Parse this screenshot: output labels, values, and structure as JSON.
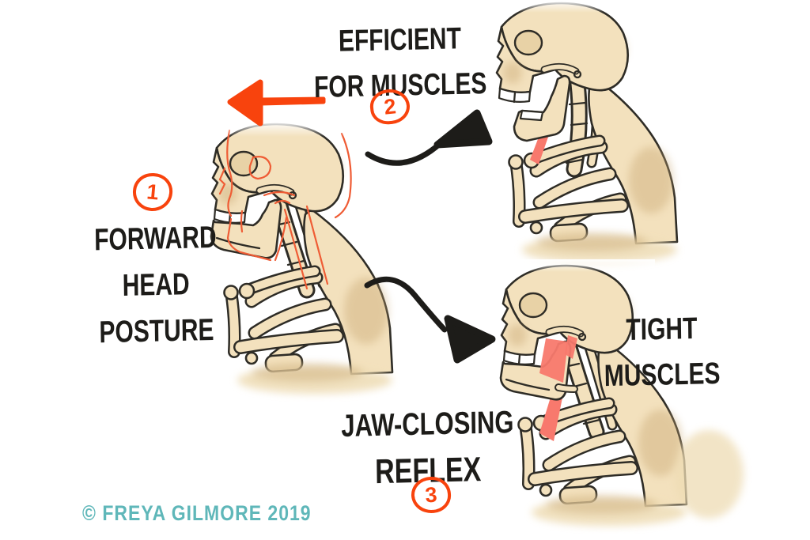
{
  "illustration": {
    "type": "hand-drawn anatomy diagram",
    "topic_labels": {
      "step1": {
        "number": "1",
        "line1": "FORWARD",
        "line2": "HEAD",
        "line3": "POSTURE"
      },
      "step2": {
        "number": "2",
        "line1": "EFFICIENT",
        "line2": "FOR MUSCLES"
      },
      "step3": {
        "number": "3",
        "line1": "JAW-CLOSING",
        "line2": "REFLEX"
      },
      "tight": {
        "line1": "TIGHT",
        "line2": "MUSCLES"
      }
    },
    "credit": "© FREYA GILMORE 2019",
    "icons": {
      "arrow_left": "left-arrow-icon",
      "arrow_curved_up": "curved-arrow-up-right-icon",
      "arrow_curved_down": "curved-arrow-down-right-icon",
      "figure_center": "forward-head-posture-skeleton-icon",
      "figure_top_right": "open-jaw-skeleton-icon",
      "figure_bottom_right": "tight-jaw-skeleton-icon"
    },
    "colors": {
      "background": "#ffffff",
      "bone_fill": "#f3e1bd",
      "bone_shade": "#c9a873",
      "outline": "#2e2c26",
      "ink_black": "#1d1c19",
      "accent_orange": "#f8430d",
      "ghost_line_orange": "#ef5c35",
      "muscle_salmon": "#f8796d",
      "credit_teal": "#5fb7b9",
      "teeth_white": "#ffffff"
    }
  }
}
